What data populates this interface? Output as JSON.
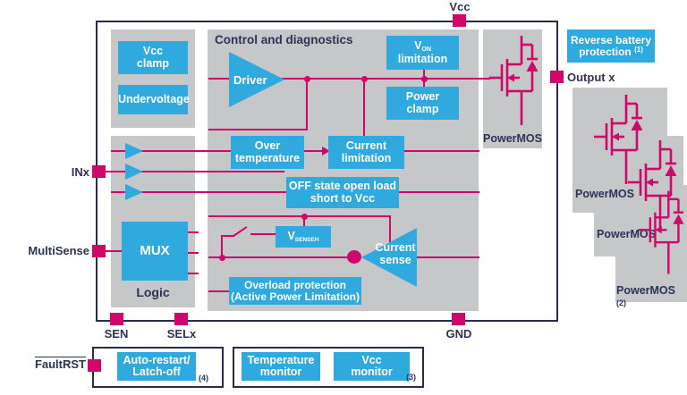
{
  "colors": {
    "accent_blue": "#2fa9de",
    "panel_gray": "#c5c7c9",
    "wire_pink": "#d0076a",
    "text_navy": "#2d3257"
  },
  "pins": {
    "vcc": "Vcc",
    "inx": "INx",
    "multisense": "MultiSense",
    "sen": "SEN",
    "selx": "SELx",
    "gnd": "GND",
    "output_x": "Output x",
    "fault_rst": "FaultRST"
  },
  "supply": {
    "vcc_clamp_l1": "Vcc",
    "vcc_clamp_l2": "clamp",
    "undervoltage": "Undervoltage"
  },
  "logic": {
    "mux": "MUX",
    "label": "Logic"
  },
  "control": {
    "title": "Control and diagnostics",
    "driver": "Driver",
    "von_v": "V",
    "von_sub": "ON",
    "von_l2": "limitation",
    "power_clamp_l1": "Power",
    "power_clamp_l2": "clamp",
    "over_temp_l1": "Over",
    "over_temp_l2": "temperature",
    "curr_lim_l1": "Current",
    "curr_lim_l2": "limitation",
    "off_state_l1": "OFF state open load",
    "off_state_l2": "short to Vcc",
    "vsense_v": "V",
    "vsense_sub": "SENSEH",
    "curr_sense_l1": "Current",
    "curr_sense_l2": "sense",
    "overload_l1": "Overload protection",
    "overload_l2": "(Active Power Limitation)"
  },
  "powermos": {
    "label": "PowerMOS",
    "note": "(2)"
  },
  "reverse_battery": {
    "l1": "Reverse battery",
    "l2": "protection",
    "sup": "(1)"
  },
  "bottom": {
    "auto_restart_l1": "Auto-restart/",
    "auto_restart_l2": "Latch-off",
    "note4": "(4)",
    "temp_monitor_l1": "Temperature",
    "temp_monitor_l2": "monitor",
    "vcc_monitor_l1": "Vcc",
    "vcc_monitor_l2": "monitor",
    "note3": "(3)"
  }
}
